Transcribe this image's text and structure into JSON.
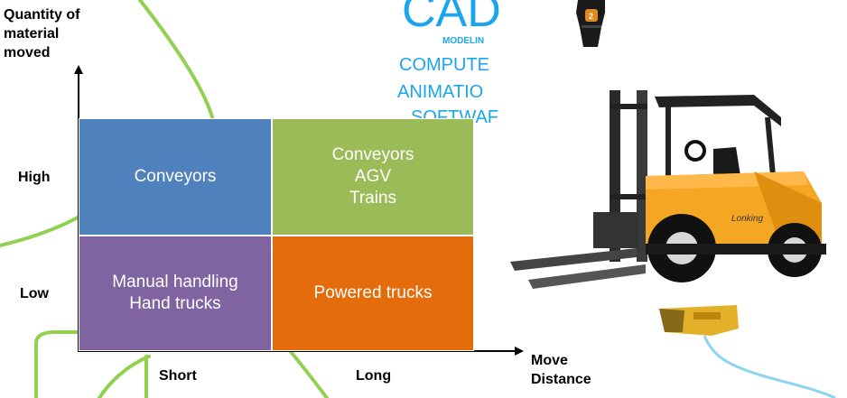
{
  "axes": {
    "y_title": "Quantity of\nmaterial\nmoved",
    "x_title": "Move\nDistance",
    "rows": {
      "high": "High",
      "low": "Low"
    },
    "cols": {
      "short": "Short",
      "long": "Long"
    }
  },
  "matrix": {
    "high_short": "Conveyors",
    "high_long": "Conveyors\nAGV\nTrains",
    "low_short": "Manual handling\nHand trucks",
    "low_long": "Powered trucks"
  },
  "colors": {
    "high_short": "#4f81bd",
    "high_long": "#9bbb59",
    "low_short": "#8064a2",
    "low_long": "#e46c0a",
    "cad_text": "#1aa6ef",
    "green_lines": "#92d050",
    "blue_line": "#8ed3f0",
    "forklift": "#f5a623"
  },
  "cad_graphic": {
    "title": "CAD",
    "line1": "MODELIN",
    "line2": "COMPUTE",
    "line3": "ANIMATIO",
    "line4": "SOFTWAF"
  },
  "forklift": {
    "brand": "Lonking"
  },
  "icons": [
    "forklift-image",
    "robot-arm-image"
  ]
}
